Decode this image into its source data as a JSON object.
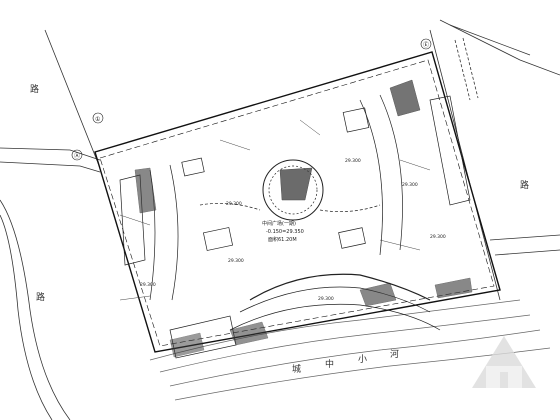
{
  "plan": {
    "road_labels": {
      "west_top": "路",
      "west_bottom": "路",
      "east": "路",
      "south": [
        "城",
        "中",
        "小",
        "河"
      ]
    },
    "center_callout": {
      "line1": "中间广场(一期)",
      "line2": "-0.150=29.350",
      "line3": "面积61.20M"
    },
    "elevation_tags": [
      "29.300",
      "29.300",
      "29.300",
      "29.300",
      "29.300",
      "29.300",
      "29.300"
    ],
    "axis_markers": [
      "①",
      "Ⓐ",
      "Ⓔ"
    ],
    "colors": {
      "line": "#1a1a1a",
      "hatch": "#3a3a3a",
      "water": "#666666",
      "bg": "#ffffff"
    }
  },
  "watermark": {
    "icon": "building-logo-icon",
    "color": "#dcdcdc"
  }
}
